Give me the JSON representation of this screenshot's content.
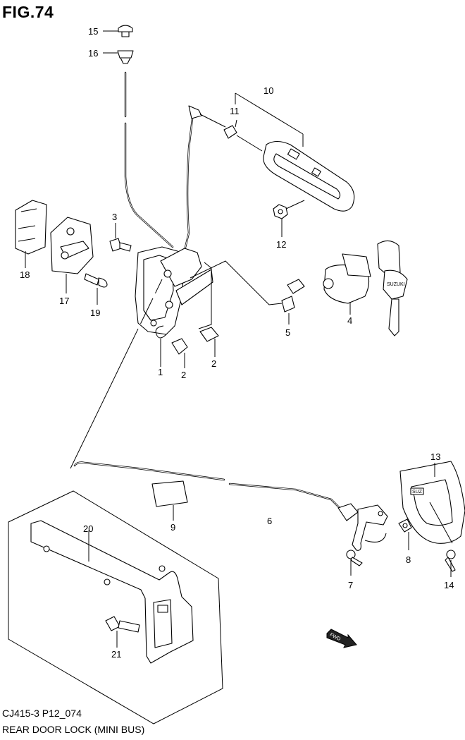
{
  "figure": {
    "title": "FIG.74",
    "code": "CJ415-3 P12_074",
    "caption": "REAR DOOR LOCK (MINI BUS)"
  },
  "callouts": [
    "15",
    "16",
    "10",
    "11",
    "12",
    "3",
    "18",
    "17",
    "19",
    "4",
    "5",
    "1",
    "2",
    "2",
    "13",
    "6",
    "9",
    "20",
    "8",
    "7",
    "14",
    "21"
  ],
  "direction_badge": "FWD"
}
